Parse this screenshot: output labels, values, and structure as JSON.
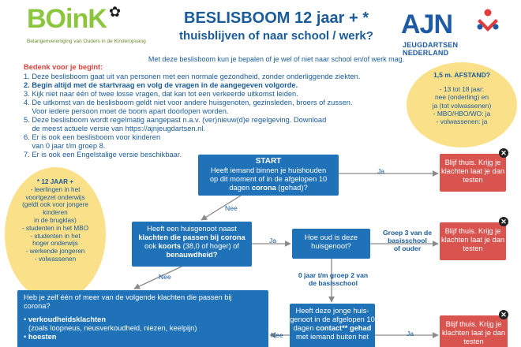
{
  "logos": {
    "boink": {
      "word": "BOinK",
      "subtitle": "Belangenvereniging van Ouders in de Kinderopvang"
    },
    "ajn": {
      "word": "AJN",
      "subtitle": "JEUGDARTSEN NEDERLAND"
    }
  },
  "title": {
    "line1": "BESLISBOOM 12 jaar + *",
    "line2": "thuisblijven of naar school / werk?"
  },
  "intro": "Met deze beslisboom kun je bepalen of je wel of niet naar school en/of werk mag.",
  "instructions": {
    "heading": "Bedenk voor je begint:",
    "items": [
      "1. Deze beslisboom gaat uit van personen met een normale gezondheid, zonder onderliggende ziekten.",
      "2. Begin altijd met de startvraag en volg de vragen in de aangegeven volgorde.",
      "3. Kijk niet naar één of twee losse vragen, dat kan tot een verkeerde uitkomst leiden.",
      "4. De uitkomst van de beslisboom geldt niet voor andere huisgenoten, gezinsleden, broers of zussen.",
      "    Voor iedere persoon moet de boom apart doorlopen worden.",
      "5. Deze beslisboom wordt regelmatig aangepast n.a.v. (ver)nieuw(d)e regelgeving. Download",
      "    de meest actuele versie van https://ajnjeugdartsen.nl.",
      "6. Er is ook een beslisboom voor kinderen",
      "    van 0 jaar t/m groep 8.",
      "7. Er is ook een Engelstalige versie beschikbaar."
    ]
  },
  "bubble_distance": {
    "title": "1,5 m. AFSTAND?",
    "lines": [
      "- 13 tot 18 jaar:",
      "nee (onderling) en",
      "ja (tot volwassenen)",
      "- MBO/HBO/WO: ja",
      "- volwassenen: ja"
    ]
  },
  "bubble_age": {
    "title": "* 12 JAAR +",
    "lines": [
      "- leerlingen in het",
      "voortgezet onderwijs",
      "(geldt ook voor jongere",
      "kinderen",
      "in de brugklas)",
      "- studenten in het MBO",
      "- studenten in het",
      "hoger onderwijs",
      "- werkende jongeren",
      "- volwassenen"
    ]
  },
  "nodes": {
    "start": {
      "title": "START",
      "lines": [
        "Heeft iemand binnen je huishouden",
        "op dit moment of in de afgelopen 10"
      ],
      "line3_pre": "dagen ",
      "line3_bold": "corona",
      "line3_post": " (gehad)?"
    },
    "household": {
      "line1": "Heeft een huisgenoot naast",
      "line2_bold": "klachten die passen bij corona",
      "line3_pre": "ook ",
      "line3_bold": "koorts",
      "line3_post": " (38,0 of hoger) of",
      "line4_bold": "benauwdheid?"
    },
    "age": {
      "lines": [
        "Hoe oud is deze",
        "huisgenoot?"
      ]
    },
    "complaints": {
      "line1": "Heb je zelf één of meer van de volgende klachten die passen bij",
      "line2": "corona?",
      "bullet1_bold": "verkoudheidsklachten",
      "bullet1_sub": "(zoals loopneus, neusverkoudheid, niezen, keelpijn)",
      "bullet2_bold": "hoesten"
    },
    "contact": {
      "lines": [
        "Heeft deze jonge huis-",
        "genoot in de afgelopen 10"
      ],
      "line3_pre": "dagen ",
      "line3_bold": "contact** gehad",
      "line4": "met iemand buiten het"
    }
  },
  "results": {
    "res1": "Blijf thuis. Krijg je klachten laat je dan testen",
    "res2": "Blijf thuis. Krijg je klachten laat je dan testen",
    "res3": "Blijf thuis. Krijg je klachten laat je dan testen"
  },
  "labels": {
    "ja1": "Ja",
    "nee1": "Nee",
    "ja2": "Ja",
    "nee2": "Nee",
    "nee3": "Nee",
    "ja3": "Ja",
    "group3_line1": "Groep 3 van de",
    "group3_line2": "basisschool",
    "group3_line3": "of ouder",
    "young_line1": "0 jaar t/m groep 2 van",
    "young_line2": "de basisschool"
  },
  "colors": {
    "blue_node": "#1f72b8",
    "red_result": "#d9534f",
    "bubble": "#fbe08a",
    "heading_red": "#e0403c",
    "text_blue": "#1a5b9a",
    "boink_green": "#8cc63f"
  },
  "icons": [
    "close-icon"
  ]
}
